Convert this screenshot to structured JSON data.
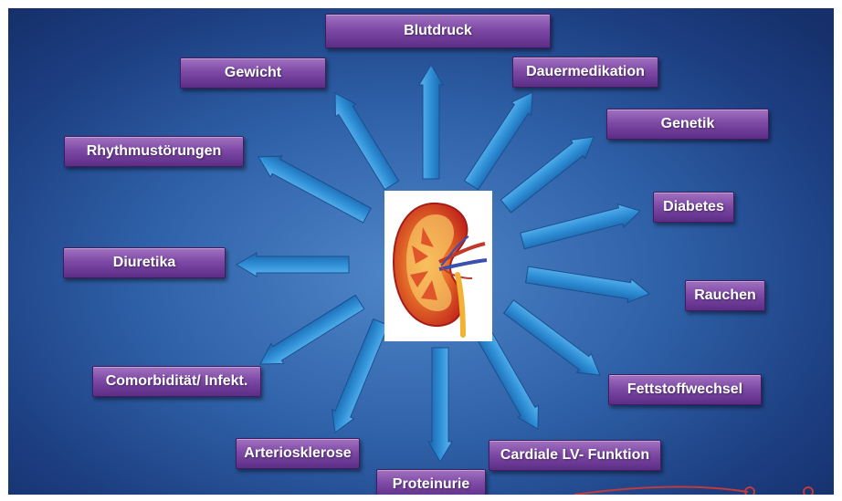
{
  "diagram": {
    "center_image": "kidney-illustration",
    "labels": {
      "blutdruck": "Blutdruck",
      "gewicht": "Gewicht",
      "dauermedikation": "Dauermedikation",
      "genetik": "Genetik",
      "rhythmus": "Rhythmustörungen",
      "diabetes": "Diabetes",
      "diuretika": "Diuretika",
      "rauchen": "Rauchen",
      "comorbiditaet": "Comorbidität/ Infekt.",
      "fettstoff": "Fettstoffwechsel",
      "arteriosklerose": "Arteriosklerose",
      "cardiale": "Cardiale LV- Funktion",
      "proteinurie": "Proteinurie"
    },
    "colors": {
      "background": "#2f61a8",
      "label_fill": "#7e4aa6",
      "arrow": "#2f8fd6"
    }
  }
}
